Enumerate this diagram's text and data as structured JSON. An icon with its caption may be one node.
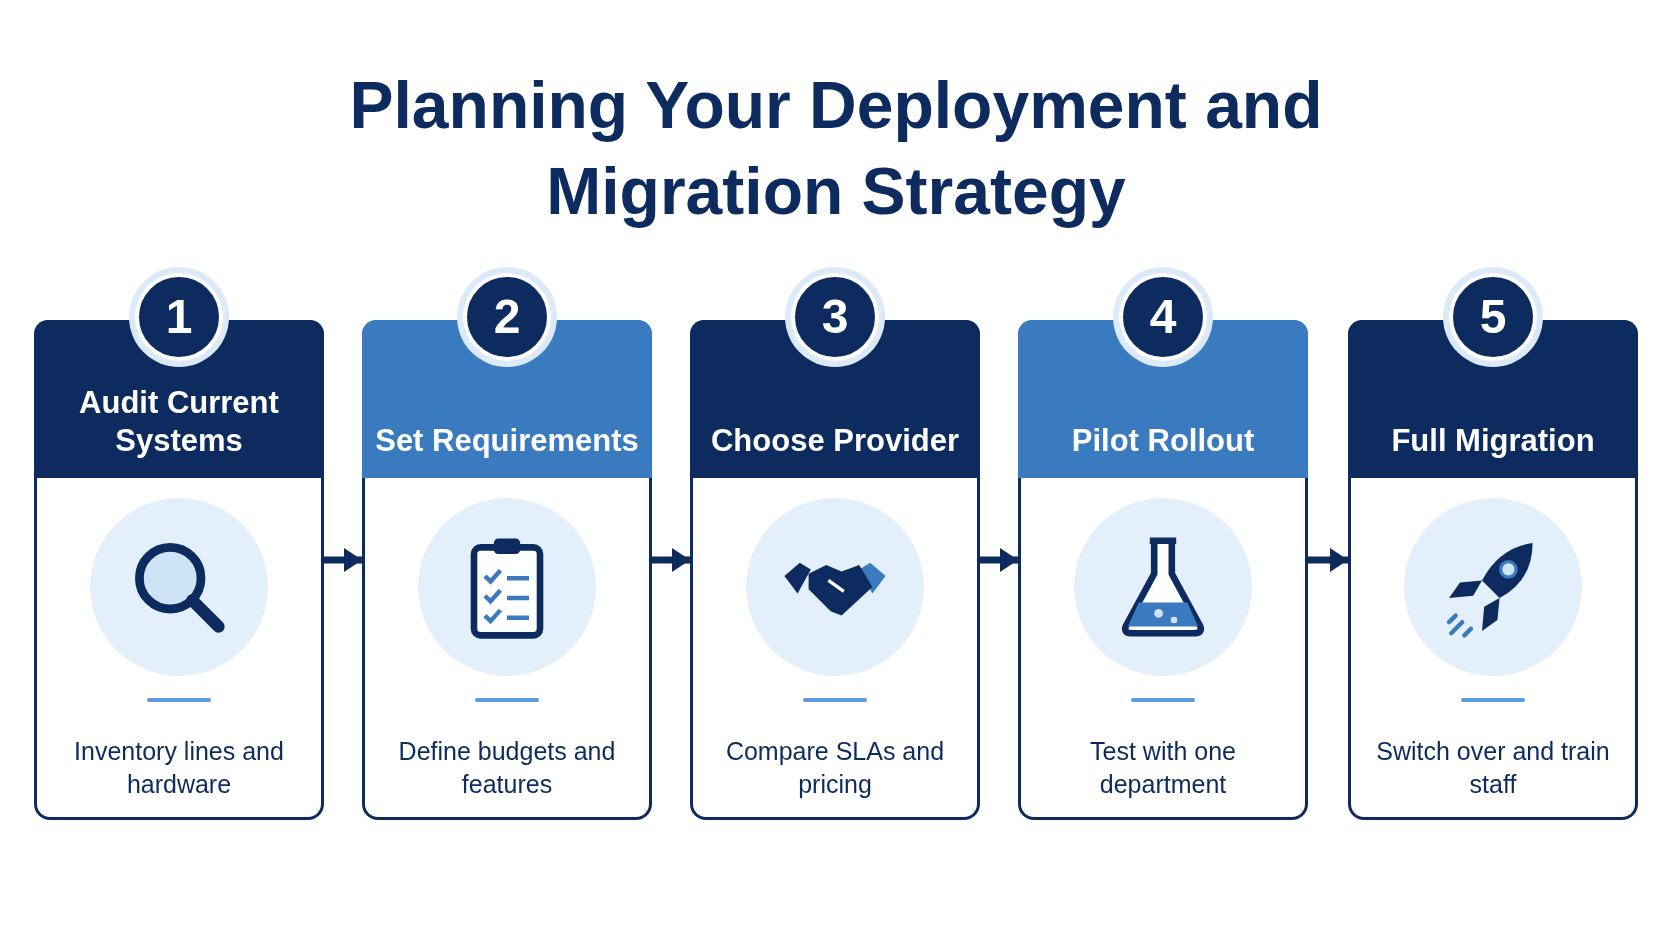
{
  "diagram": {
    "title": "Planning Your Deployment and Migration Strategy",
    "nodes": [
      {
        "text": [
          "1",
          "Audit Current Systems",
          "Inventory lines and hardware"
        ]
      },
      {
        "text": [
          "2",
          "Set Requirements",
          "Define budgets and features"
        ]
      },
      {
        "text": [
          "3",
          "Choose Provider",
          "Compare SLAs and pricing"
        ]
      },
      {
        "text": [
          "4",
          "Pilot Rollout",
          "Test with one department"
        ]
      },
      {
        "text": [
          "5",
          "Full Migration",
          "Switch over and train staff"
        ]
      }
    ],
    "edges": [
      {
        "from": 0,
        "to": 1,
        "arrow": "to"
      },
      {
        "from": 1,
        "to": 2,
        "arrow": "to"
      },
      {
        "from": 2,
        "to": 3,
        "arrow": "to"
      },
      {
        "from": 3,
        "to": 4,
        "arrow": "to"
      }
    ]
  }
}
